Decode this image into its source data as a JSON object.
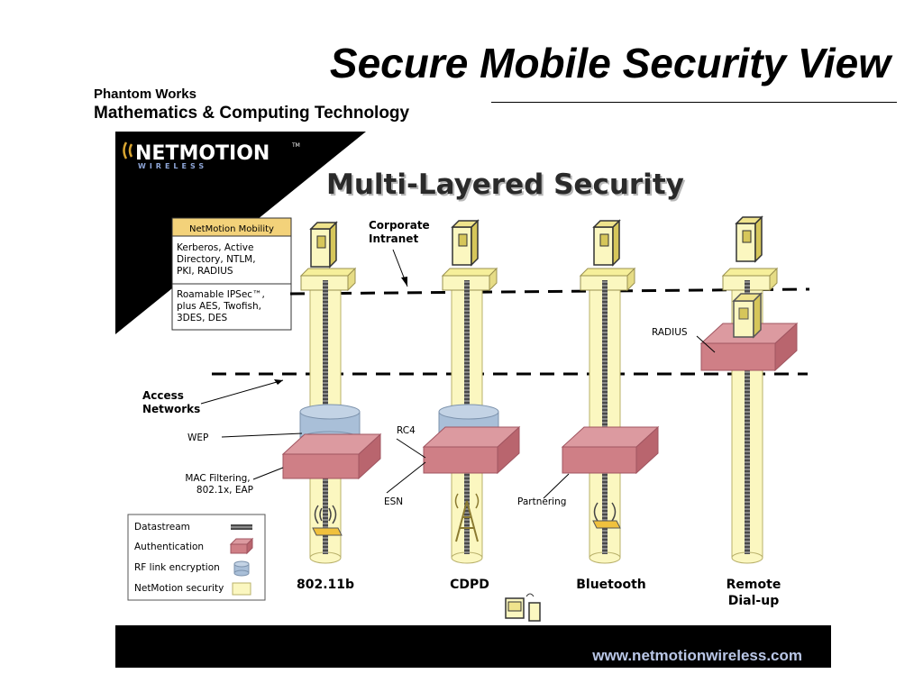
{
  "slide": {
    "title": "Secure Mobile Security View",
    "org_line1": "Phantom Works",
    "org_line2": "Mathematics & Computing Technology"
  },
  "diagram": {
    "logo": {
      "main": "NETMOTION",
      "sub": "WIRELESS",
      "tm": "TM"
    },
    "heading": "Multi-Layered Security",
    "mobility_box": {
      "header": "NetMotion Mobility",
      "section1": [
        "Kerberos, Active",
        "Directory, NTLM,",
        "PKI, RADIUS"
      ],
      "section2": [
        "Roamable IPSec™,",
        "plus AES, Twofish,",
        "3DES, DES"
      ]
    },
    "labels": {
      "corporate_intranet": [
        "Corporate",
        "Intranet"
      ],
      "access_networks": [
        "Access",
        "Networks"
      ],
      "wep": "WEP",
      "mac_filtering": [
        "MAC Filtering,",
        "802.1x, EAP"
      ],
      "rc4": "RC4",
      "esn": "ESN",
      "partnering": "Partnering",
      "radius": "RADIUS"
    },
    "legend": [
      {
        "label": "Datastream",
        "color": "#555555"
      },
      {
        "label": "Authentication",
        "color": "#cf7f86"
      },
      {
        "label": "RF link encryption",
        "color": "#a9bfd8"
      },
      {
        "label": "NetMotion security",
        "color": "#fbf7c0"
      }
    ],
    "columns": [
      {
        "name": "802.11b",
        "name2": ""
      },
      {
        "name": "CDPD",
        "name2": ""
      },
      {
        "name": "Bluetooth",
        "name2": ""
      },
      {
        "name": "Remote",
        "name2": "Dial-up"
      }
    ],
    "footer_url": "www.netmotionwireless.com",
    "colors": {
      "netmotion_security": "#fbf7c0",
      "authentication": "#cf7f86",
      "rf_link": "#a9bfd8",
      "datastream": "#555555",
      "mobility_header": "#f3d27a"
    }
  }
}
